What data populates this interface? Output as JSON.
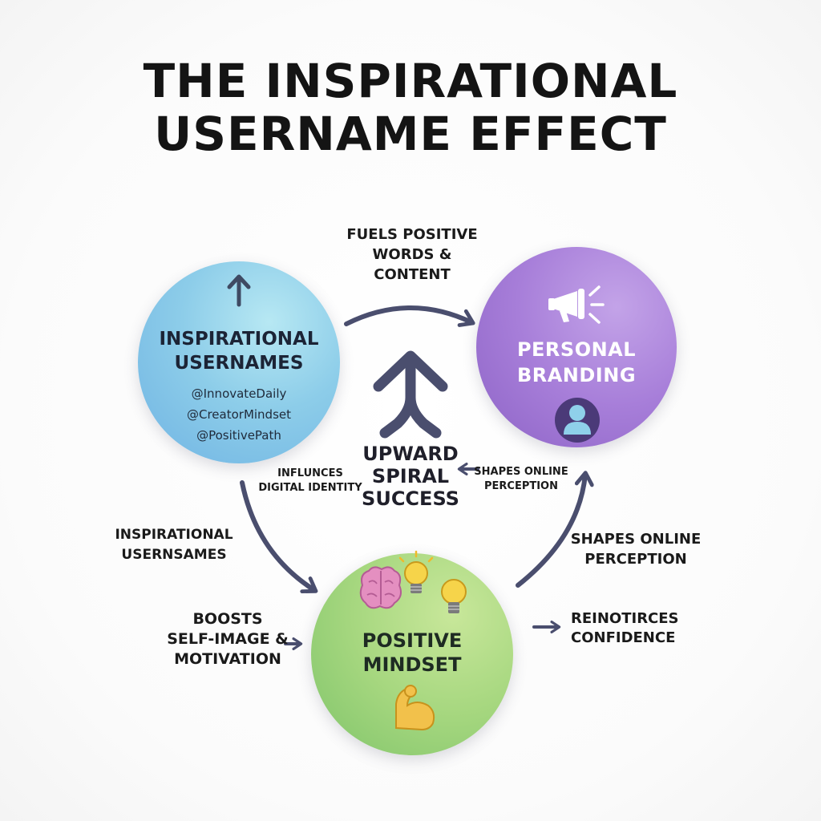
{
  "title": {
    "line1": "THE INSPIRATIONAL",
    "line2": "USERNAME EFFECT"
  },
  "nodes": {
    "inspirational": {
      "title_line1": "INSPIRATIONAL",
      "title_line2": "USERNAMES",
      "handles": [
        "@InnovateDaily",
        "@CreatorMindset",
        "@PositivePath"
      ],
      "color": "#8dcde9",
      "icon": "up-arrow-icon"
    },
    "branding": {
      "title_line1": "PERSONAL",
      "title_line2": "BRANDING",
      "color": "#a77ed9",
      "icons": [
        "megaphone-icon",
        "user-profile-icon"
      ]
    },
    "mindset": {
      "title_line1": "POSITIVE",
      "title_line2": "MINDSET",
      "color": "#a6d77f",
      "icons": [
        "brain-icon",
        "lightbulb-icon",
        "lightbulb-icon",
        "flexed-bicep-icon"
      ]
    }
  },
  "center": {
    "line1": "UPWARD",
    "line2": "SPIRAL",
    "line3": "SUCCESS",
    "icon": "double-chevron-up-icon"
  },
  "labels": {
    "fuels": [
      "FUELS POSITIVE",
      "WORDS &",
      "CONTENT"
    ],
    "influences": [
      "INFLUNCES",
      "DIGITAL IDENTITY"
    ],
    "shapes_small": [
      "SHAPES ONLINE",
      "PERCEPTION"
    ],
    "inspirational_left": [
      "INSPIRATIONAL",
      "USERNSAMES"
    ],
    "shapes_right": [
      "SHAPES ONLINE",
      "PERCEPTION"
    ],
    "boosts": [
      "BOOSTS",
      "SELF-IMAGE &",
      "MOTIVATION"
    ],
    "reinforces": [
      "REINOTIRCES",
      "CONFIDENCE"
    ]
  },
  "colors": {
    "arrow": "#4a4e6e",
    "title": "#141414"
  }
}
